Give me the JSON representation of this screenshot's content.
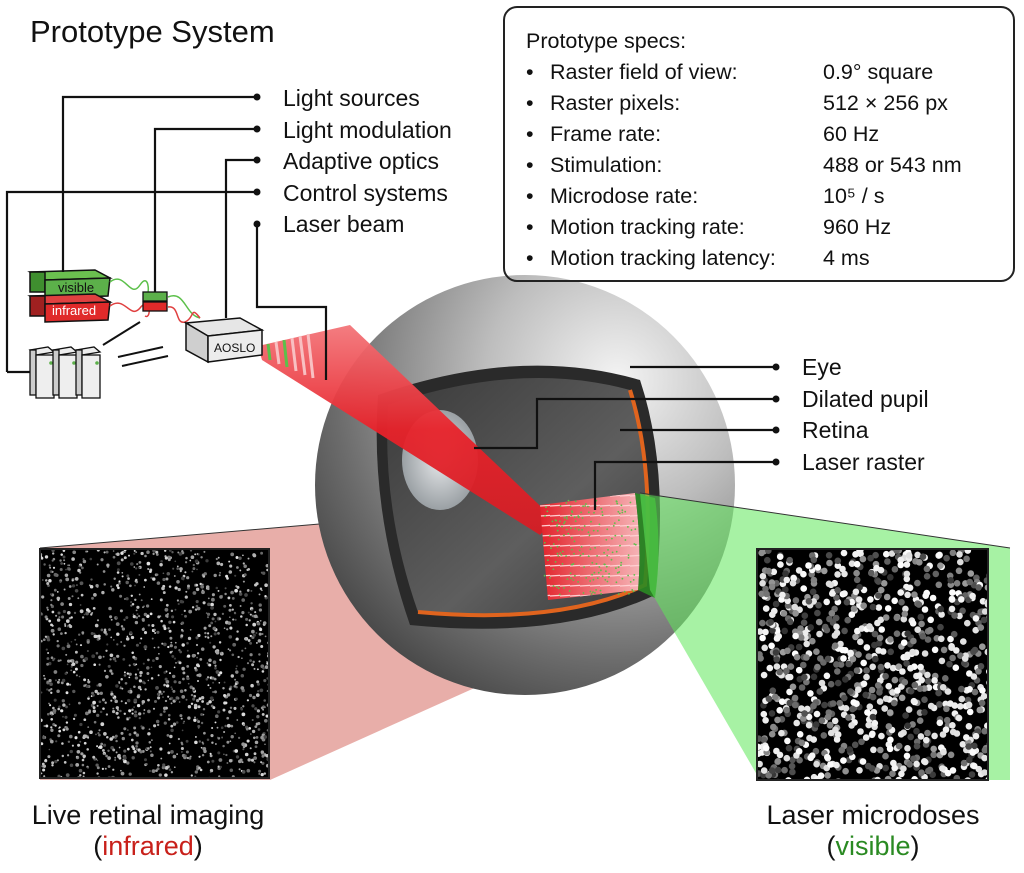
{
  "title": "Prototype System",
  "system_labels": [
    {
      "id": "light-sources",
      "text": "Light sources"
    },
    {
      "id": "light-modulation",
      "text": "Light modulation"
    },
    {
      "id": "adaptive-optics",
      "text": "Adaptive optics"
    },
    {
      "id": "control-systems",
      "text": "Control systems"
    },
    {
      "id": "laser-beam",
      "text": "Laser beam"
    }
  ],
  "device_labels": {
    "visible": "visible",
    "infrared": "infrared",
    "aoslo": "AOSLO"
  },
  "eye_labels": [
    {
      "id": "eye",
      "text": "Eye"
    },
    {
      "id": "dilated-pupil",
      "text": "Dilated pupil"
    },
    {
      "id": "retina",
      "text": "Retina"
    },
    {
      "id": "laser-raster",
      "text": "Laser raster"
    }
  ],
  "specs": {
    "header": "Prototype specs:",
    "bullet": "•",
    "rows": [
      {
        "name": "Raster field of view:",
        "value": "0.9° square"
      },
      {
        "name": "Raster pixels:",
        "value": "512 × 256 px"
      },
      {
        "name": "Frame rate:",
        "value": "60 Hz"
      },
      {
        "name": "Stimulation:",
        "value": "488 or 543 nm"
      },
      {
        "name": "Microdose rate:",
        "value": "10⁵ / s"
      },
      {
        "name": "Motion tracking rate:",
        "value": "960 Hz"
      },
      {
        "name": "Motion tracking latency:",
        "value": "4 ms"
      }
    ]
  },
  "captions": {
    "left_line1": "Live retinal imaging",
    "left_open": "(",
    "left_colored": "infrared",
    "left_close": ")",
    "right_line1": "Laser microdoses",
    "right_open": "(",
    "right_colored": "visible",
    "right_close": ")"
  },
  "colors": {
    "infrared": "#c8201a",
    "visible": "#2a8a22",
    "laser_red": "#e8222a",
    "laser_green": "#5cc04a",
    "retina_orange": "#e0641e",
    "eye_gray": "#8a8a8a"
  }
}
